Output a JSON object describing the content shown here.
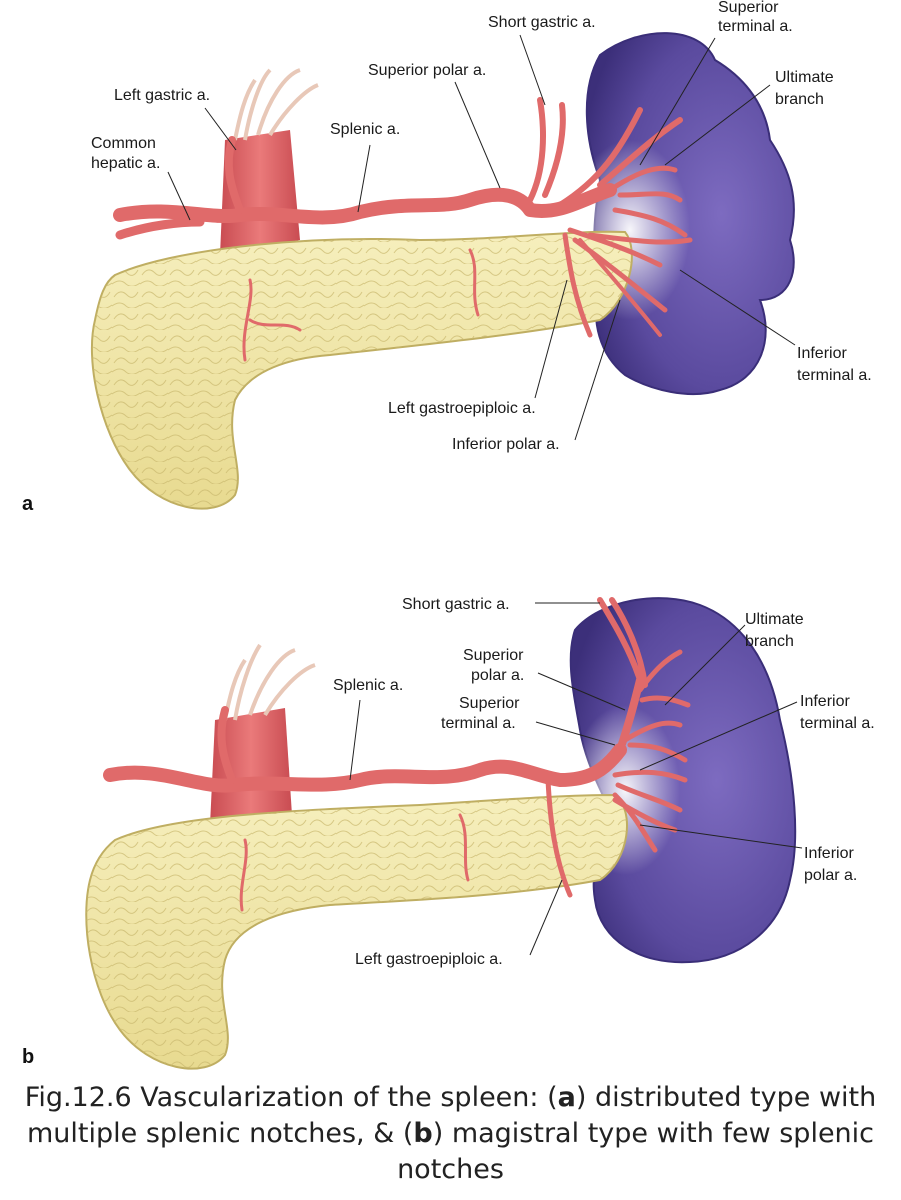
{
  "panel_a": {
    "letter": "a",
    "labels": {
      "short_gastric": "Short gastric a.",
      "superior_terminal_1": "Superior",
      "superior_terminal_2": "terminal a.",
      "superior_polar": "Superior polar a.",
      "ultimate_1": "Ultimate",
      "ultimate_2": "branch",
      "left_gastric": "Left gastric a.",
      "common_hepatic_1": "Common",
      "common_hepatic_2": "hepatic a.",
      "splenic": "Splenic a.",
      "inferior_terminal_1": "Inferior",
      "inferior_terminal_2": "terminal a.",
      "left_gastroepiploic": "Left gastroepiploic a.",
      "inferior_polar": "Inferior polar a."
    }
  },
  "panel_b": {
    "letter": "b",
    "labels": {
      "short_gastric": "Short gastric a.",
      "ultimate_1": "Ultimate",
      "ultimate_2": "branch",
      "superior_polar_1": "Superior",
      "superior_polar_2": "polar a.",
      "splenic": "Splenic a.",
      "superior_terminal_1": "Superior",
      "superior_terminal_2": "terminal a.",
      "inferior_terminal_1": "Inferior",
      "inferior_terminal_2": "terminal a.",
      "inferior_polar_1": "Inferior",
      "inferior_polar_2": "polar a.",
      "left_gastroepiploic": "Left gastroepiploic a."
    }
  },
  "caption": {
    "p1": "Fig.12.6 Vascularization of the spleen: (",
    "a": "a",
    "p2": ") distributed type with multiple splenic notches, & (",
    "b": "b",
    "p3": ") magistral type with few splenic notches"
  },
  "colors": {
    "spleen": "#5b4a9e",
    "pancreas": "#f1e7a8",
    "artery": "#e06a6a",
    "aorta": "#e2676a"
  }
}
